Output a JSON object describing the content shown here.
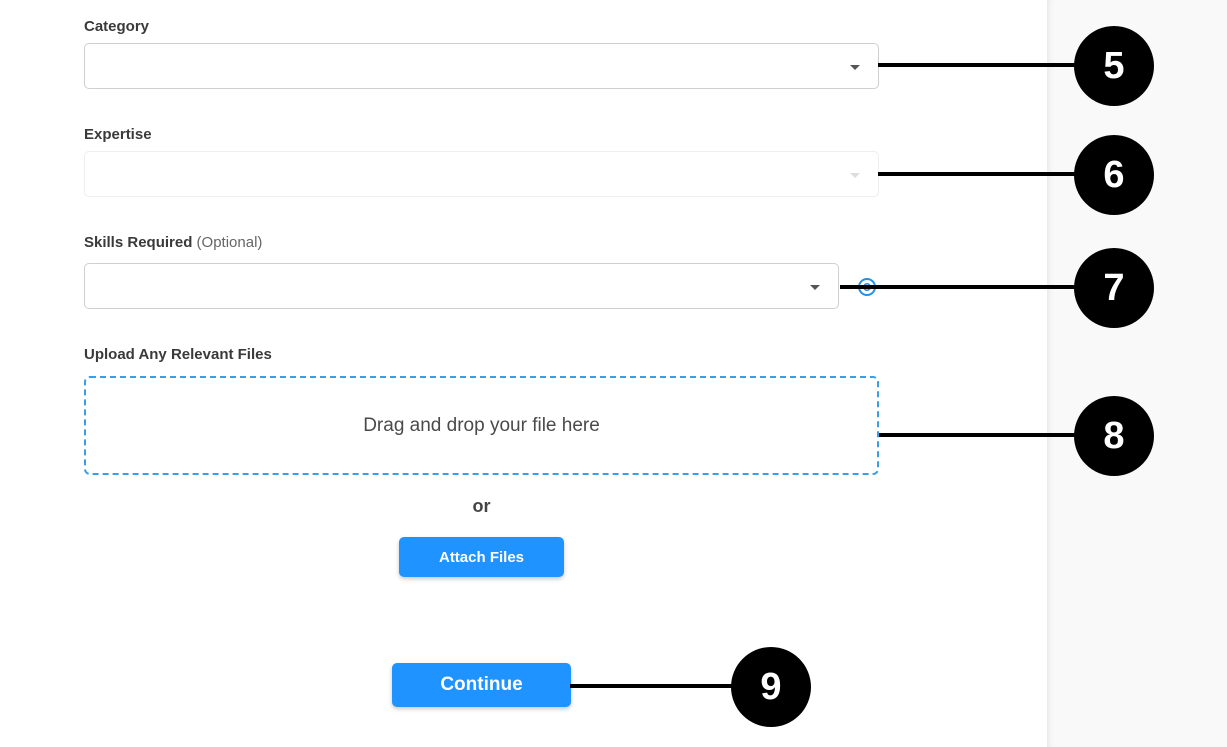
{
  "form": {
    "category": {
      "label": "Category",
      "value": ""
    },
    "expertise": {
      "label": "Expertise",
      "value": ""
    },
    "skills": {
      "label": "Skills Required",
      "optional": "(Optional)",
      "value": ""
    },
    "upload": {
      "label": "Upload Any Relevant Files",
      "dropzone_text": "Drag and drop your file here",
      "or_text": "or",
      "attach_button": "Attach Files"
    },
    "continue_button": "Continue"
  },
  "callouts": [
    "5",
    "6",
    "7",
    "8",
    "9"
  ],
  "colors": {
    "primary": "#1f93ff",
    "dropzone_border": "#3a9ee6",
    "callout": "#000000"
  },
  "icons": {
    "select_caret": "chevron-down-icon",
    "help": "question-circle-icon"
  }
}
